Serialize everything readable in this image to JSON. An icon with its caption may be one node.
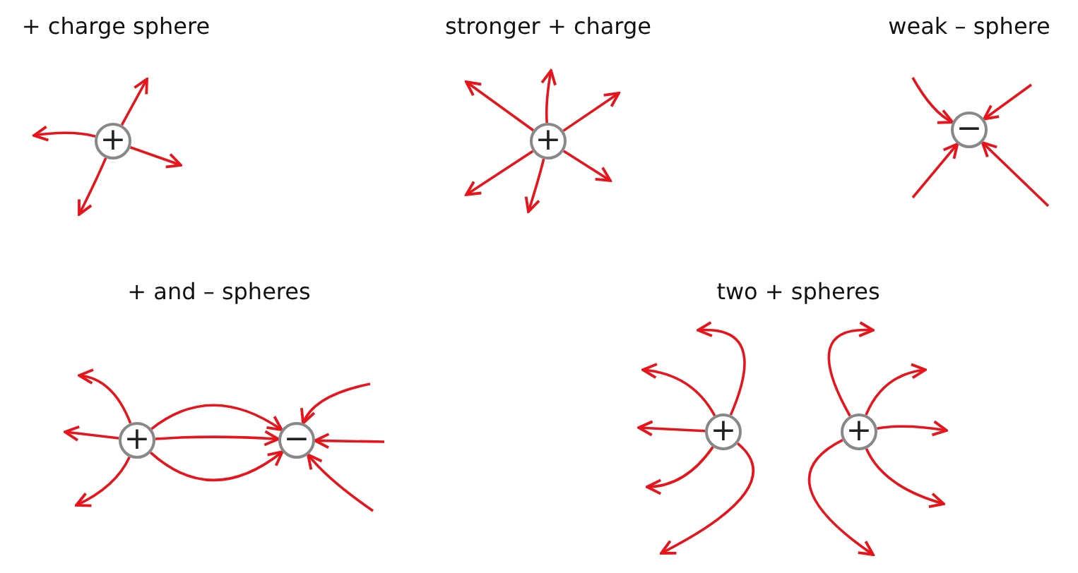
{
  "diagram": {
    "nodes": [
      {
        "text": [
          "+"
        ]
      },
      {
        "text": [
          "+"
        ]
      },
      {
        "text": [
          "−"
        ]
      },
      {
        "text": [
          "+"
        ]
      },
      {
        "text": [
          "−"
        ]
      },
      {
        "text": [
          "+"
        ]
      },
      {
        "text": [
          "+"
        ]
      }
    ],
    "edges": [
      {
        "from": 0,
        "to": null,
        "arrow": "to"
      },
      {
        "from": 0,
        "to": null,
        "arrow": "to"
      },
      {
        "from": 0,
        "to": null,
        "arrow": "to"
      },
      {
        "from": 0,
        "to": null,
        "arrow": "to"
      },
      {
        "from": 1,
        "to": null,
        "arrow": "to"
      },
      {
        "from": 1,
        "to": null,
        "arrow": "to"
      },
      {
        "from": 1,
        "to": null,
        "arrow": "to"
      },
      {
        "from": 1,
        "to": null,
        "arrow": "to"
      },
      {
        "from": 1,
        "to": null,
        "arrow": "to"
      },
      {
        "from": 1,
        "to": null,
        "arrow": "to"
      },
      {
        "from": null,
        "to": 2,
        "arrow": "to"
      },
      {
        "from": null,
        "to": 2,
        "arrow": "to"
      },
      {
        "from": null,
        "to": 2,
        "arrow": "to"
      },
      {
        "from": null,
        "to": 2,
        "arrow": "to"
      },
      {
        "from": 3,
        "to": null,
        "arrow": "to"
      },
      {
        "from": 3,
        "to": null,
        "arrow": "to"
      },
      {
        "from": 3,
        "to": null,
        "arrow": "to"
      },
      {
        "from": 3,
        "to": 4,
        "arrow": "to"
      },
      {
        "from": 3,
        "to": 4,
        "arrow": "to"
      },
      {
        "from": 3,
        "to": 4,
        "arrow": "to"
      },
      {
        "from": null,
        "to": 4,
        "arrow": "to"
      },
      {
        "from": null,
        "to": 4,
        "arrow": "to"
      },
      {
        "from": null,
        "to": 4,
        "arrow": "to"
      },
      {
        "from": 5,
        "to": null,
        "arrow": "to"
      },
      {
        "from": 5,
        "to": null,
        "arrow": "to"
      },
      {
        "from": 5,
        "to": null,
        "arrow": "to"
      },
      {
        "from": 5,
        "to": null,
        "arrow": "to"
      },
      {
        "from": 5,
        "to": null,
        "arrow": "to"
      },
      {
        "from": 6,
        "to": null,
        "arrow": "to"
      },
      {
        "from": 6,
        "to": null,
        "arrow": "to"
      },
      {
        "from": 6,
        "to": null,
        "arrow": "to"
      },
      {
        "from": 6,
        "to": null,
        "arrow": "to"
      },
      {
        "from": 6,
        "to": null,
        "arrow": "to"
      }
    ],
    "labels": [
      "+ charge sphere",
      "stronger + charge",
      "weak – sphere",
      "+ and – spheres",
      "two + spheres"
    ]
  }
}
